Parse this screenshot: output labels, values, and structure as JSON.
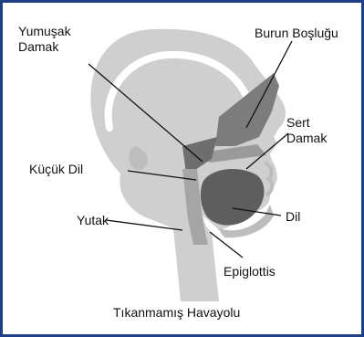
{
  "diagram": {
    "caption": "Tıkanmamış Havayolu",
    "labels": {
      "soft_palate_line1": "Yumuşak",
      "soft_palate_line2": "Damak",
      "nasal_cavity": "Burun Boşluğu",
      "hard_palate_line1": "Sert",
      "hard_palate_line2": "Damak",
      "uvula": "Küçük Dil",
      "tongue": "Dil",
      "pharynx": "Yutak",
      "epiglottis": "Epiglottis"
    },
    "colors": {
      "border": "#1f3f87",
      "head": "#cfcfcf",
      "head_outline": "#d8d8d8",
      "airway": "#7c7c7c",
      "airway_light": "#a5a5a5",
      "tongue": "#5e5e5e",
      "leader_line": "#111111"
    }
  }
}
